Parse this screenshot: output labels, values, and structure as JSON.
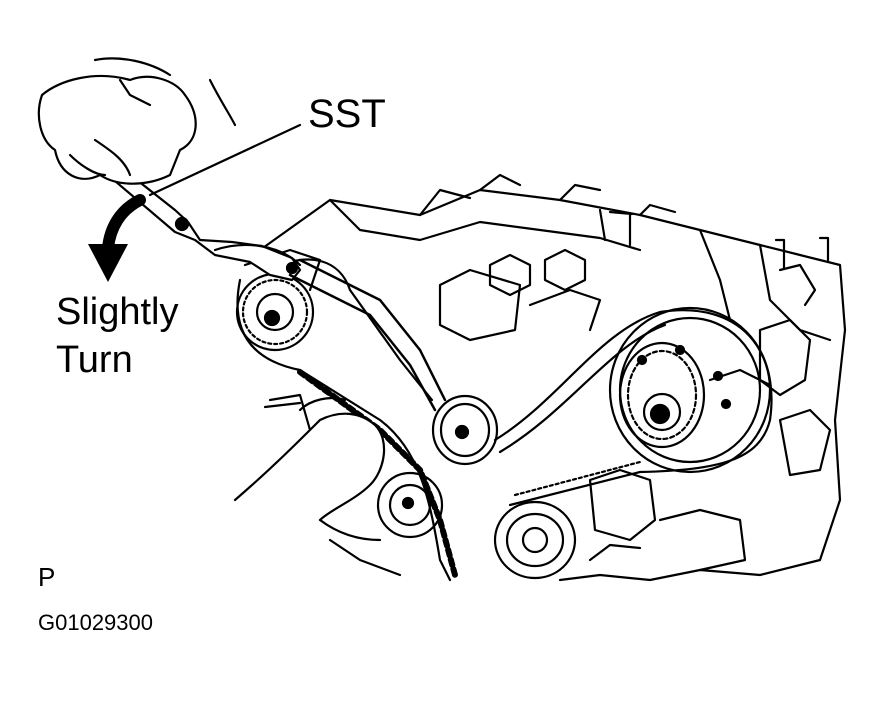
{
  "labels": {
    "tool": "SST",
    "instruction_line1": "Slightly",
    "instruction_line2": "Turn",
    "view_marker": "P",
    "figure_code": "G01029300"
  },
  "colors": {
    "ink": "#000000",
    "paper": "#ffffff"
  },
  "icons": [
    "turn-direction-arrow-icon"
  ]
}
